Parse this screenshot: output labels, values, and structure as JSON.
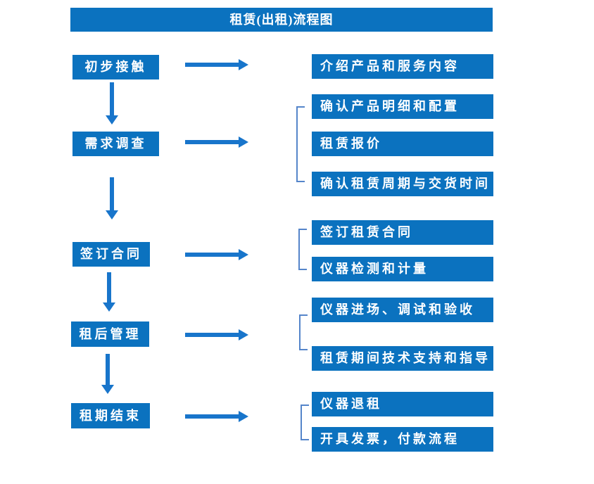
{
  "title": "租赁(出租)流程图",
  "palette": {
    "box_fill": "#0b72bf",
    "arrow_fill": "#1875cb",
    "bracket_stroke": "#5585ca",
    "text_color": "#ffffff",
    "page_background": "#ffffff"
  },
  "steps": [
    {
      "label": "初步接触",
      "outputs": [
        "介绍产品和服务内容"
      ]
    },
    {
      "label": "需求调查",
      "outputs": [
        "确认产品明细和配置",
        "租赁报价",
        "确认租赁周期与交货时间"
      ]
    },
    {
      "label": "签订合同",
      "outputs": [
        "签订租赁合同",
        "仪器检测和计量"
      ]
    },
    {
      "label": "租后管理",
      "outputs": [
        "仪器进场、调试和验收",
        "租赁期间技术支持和指导"
      ]
    },
    {
      "label": "租期结束",
      "outputs": [
        "仪器退租",
        "开具发票，付款流程"
      ]
    }
  ]
}
